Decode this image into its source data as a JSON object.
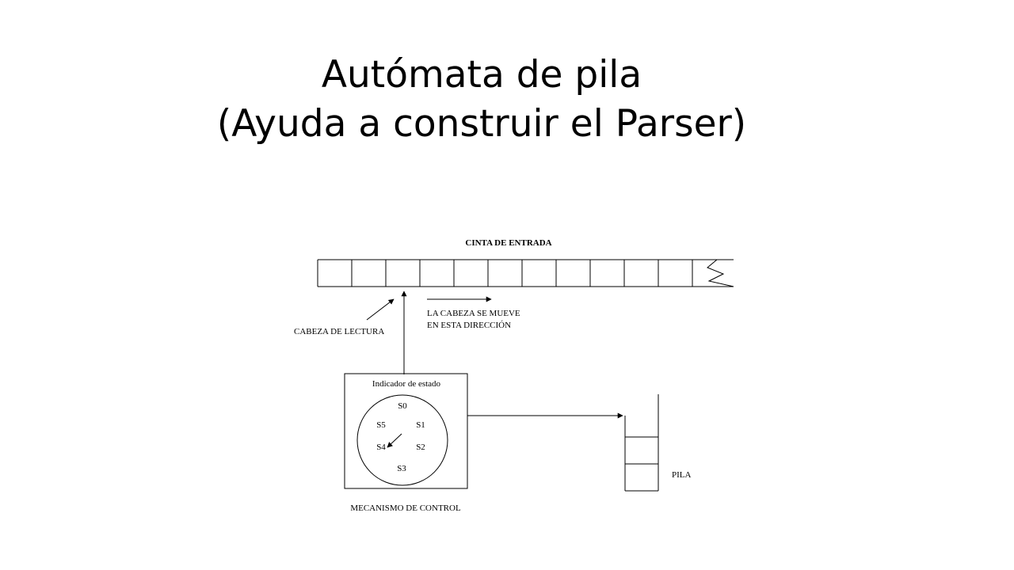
{
  "slide": {
    "title_line1": "Autómata de pila",
    "title_line2": "(Ayuda a construir el Parser)"
  },
  "diagram": {
    "tape_label": "CINTA DE ENTRADA",
    "read_head_label": "CABEZA DE LECTURA",
    "head_moves_line1": "LA CABEZA SE MUEVE",
    "head_moves_line2": "EN ESTA DIRECCIÓN",
    "state_indicator_label": "Indicador de estado",
    "states": [
      "S0",
      "S1",
      "S2",
      "S3",
      "S4",
      "S5"
    ],
    "control_label": "MECANISMO DE CONTROL",
    "stack_label": "PILA",
    "tape_cells": 12
  }
}
